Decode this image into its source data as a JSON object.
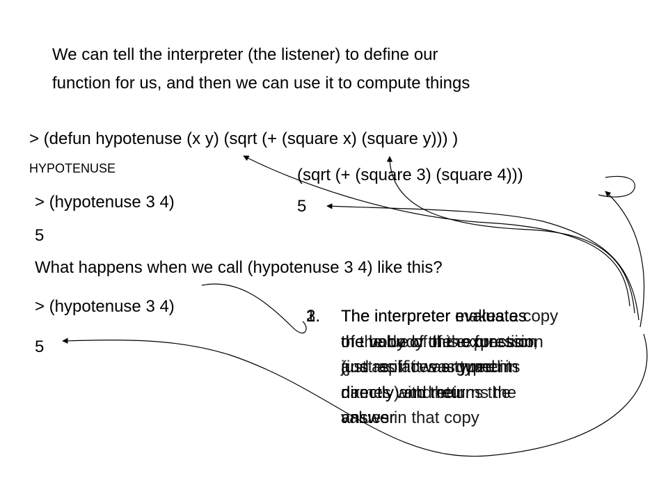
{
  "slide": {
    "intro_line1": "We can tell the interpreter (the listener) to define our",
    "intro_line2": "function for us, and then we can use it to compute things",
    "defun_line": "> (defun hypotenuse (x y) (sqrt (+ (square x) (square y))) )",
    "defun_result": "HYPOTENUSE",
    "call_1": "> (hypotenuse 3 4)",
    "result_1": "5",
    "expanded_body": "(sqrt (+ (square 3) (square 4)))",
    "expanded_result": "5",
    "question": "What happens when we call (hypotenuse 3 4) like this?",
    "call_2": "> (hypotenuse 3 4)",
    "result_2": "5"
  },
  "steps": [
    {
      "number": "1.",
      "lines": [
        "The interpreter makes a copy",
        "of the body of the function,",
        "and replaces arguments",
        "names with their",
        "values in that copy"
      ]
    },
    {
      "number": "2.",
      "lines": [
        "The interpreter evaluates",
        "the body of the expression",
        "(just as if it was typed in",
        "directly) and returns the",
        "answer"
      ]
    },
    {
      "number": "3.",
      "lines": [
        "The interpreter evaluates",
        "the value of this expression",
        "just as if it was typed in",
        "directly and returns the",
        "answer"
      ]
    }
  ],
  "colors": {
    "text": "#000000",
    "background": "#ffffff"
  }
}
